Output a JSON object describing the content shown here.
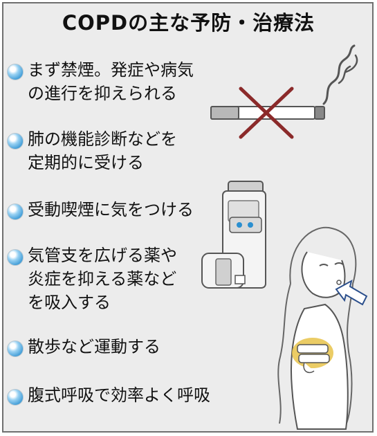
{
  "title": "COPDの主な予防・治療法",
  "items": [
    {
      "lines": [
        "まず禁煙。発症や病気",
        "の進行を抑えられる"
      ]
    },
    {
      "lines": [
        "肺の機能診断などを",
        "定期的に受ける"
      ]
    },
    {
      "lines": [
        "受動喫煙に気をつける"
      ]
    },
    {
      "lines": [
        "気管支を広げる薬や",
        "炎症を抑える薬など",
        "を吸入する"
      ]
    },
    {
      "lines": [
        "散歩など運動する"
      ]
    },
    {
      "lines": [
        "腹式呼吸で効率よく呼吸"
      ]
    }
  ],
  "illustrations": {
    "no_smoking": "no-smoking-cigarette-illustration",
    "inhaler": "inhaler-illustration",
    "woman": "woman-breathing-illustration"
  },
  "colors": {
    "background": "#ececec",
    "cross": "#8b2a2a",
    "belly_highlight": "#e8c34a",
    "bullet": "#2a8fd0"
  }
}
